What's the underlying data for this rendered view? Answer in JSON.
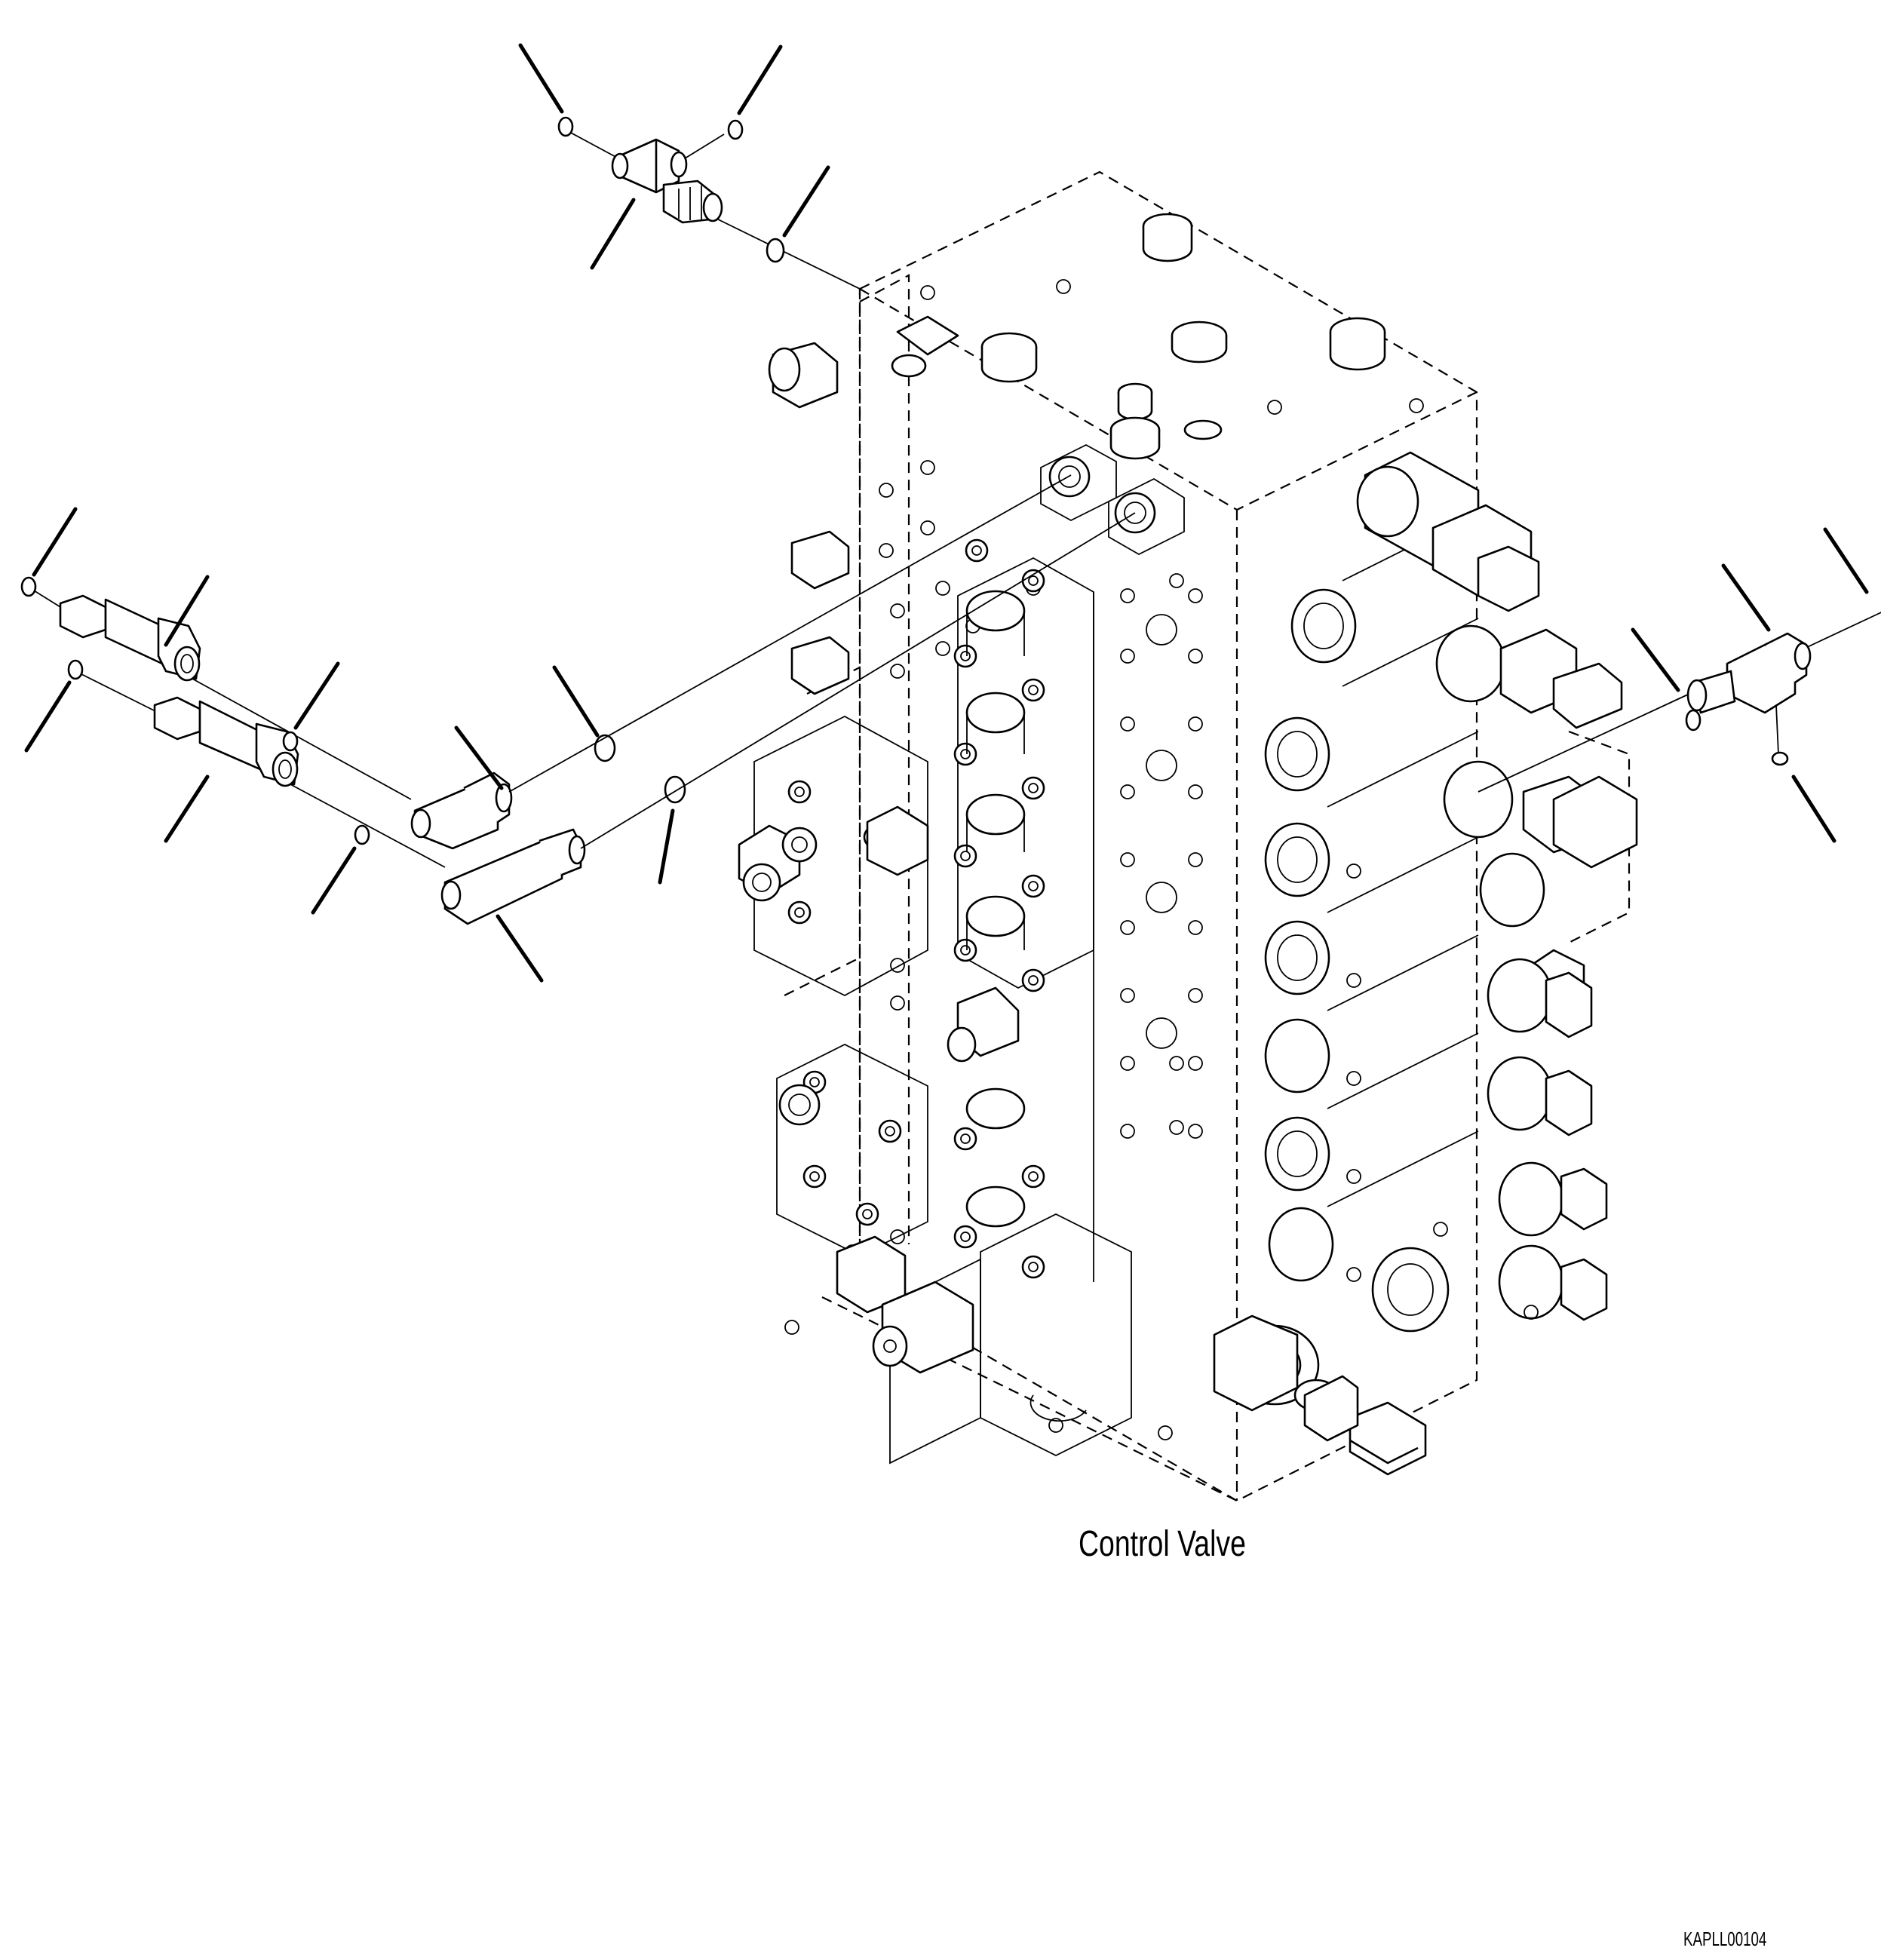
{
  "caption": "Control Valve",
  "drawing_id": "KAPLL00104",
  "parts": {
    "top_tee_fitting": "tee-fitting",
    "left_upper_hose": "hose-assembly",
    "left_lower_hose": "hose-assembly",
    "left_upper_elbow": "elbow-fitting",
    "left_lower_elbow": "elbow-fitting",
    "right_elbow_fitting": "elbow-fitting",
    "control_valve_body": "control-valve"
  }
}
